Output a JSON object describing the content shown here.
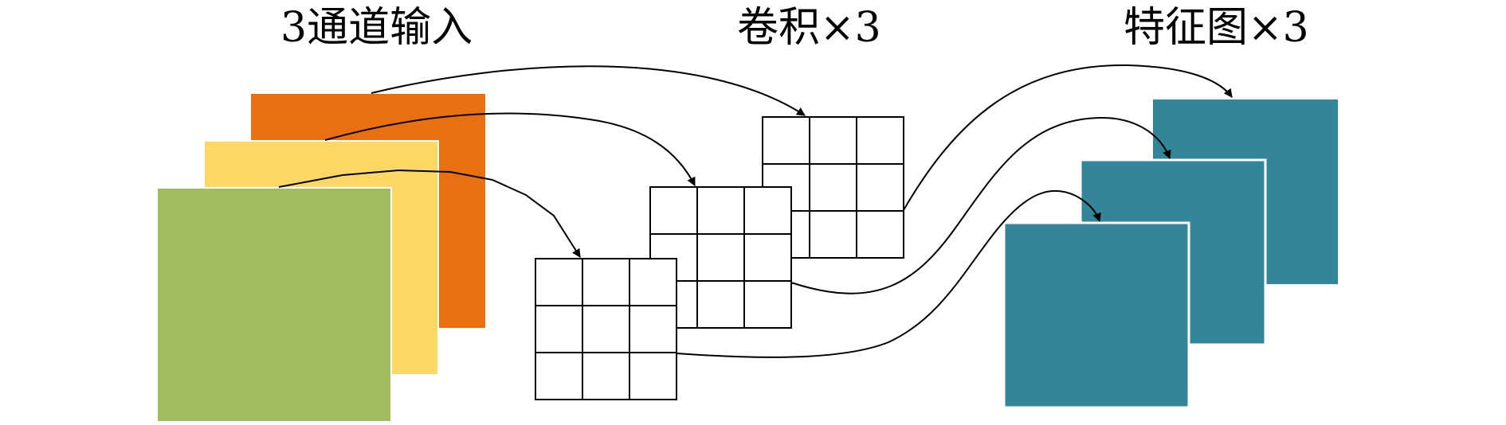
{
  "labels": {
    "input": "3通道输入",
    "conv": "卷积×3",
    "features": "特征图×3"
  },
  "colors": {
    "channel_back": "#e97010",
    "channel_mid": "#fed866",
    "channel_front": "#9fbd5f",
    "feature_map": "#33869a",
    "line": "#000000",
    "background": "#ffffff"
  },
  "kernel": {
    "rows": 3,
    "cols": 3
  }
}
